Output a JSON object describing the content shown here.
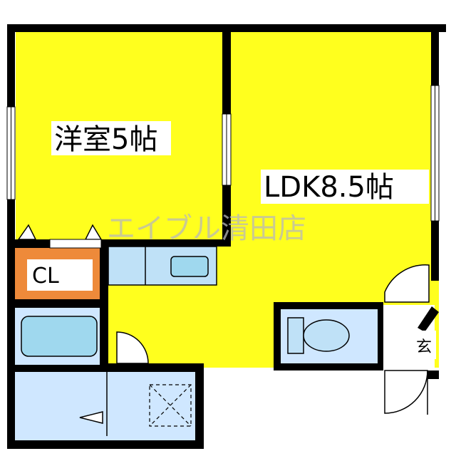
{
  "rooms": {
    "western_room": "洋室5帖",
    "ldk": "LDK8.5帖",
    "closet": "CL",
    "entrance": "玄"
  },
  "watermark": "エイブル清田店",
  "colors": {
    "room_fill": "#ffff1e",
    "closet_fill": "#ee8a3a",
    "wet_area_fill": "#cfe7ff",
    "fixture_fill": "#bfe1f7",
    "wall": "#000000",
    "watermark": "#b9b9b9"
  }
}
